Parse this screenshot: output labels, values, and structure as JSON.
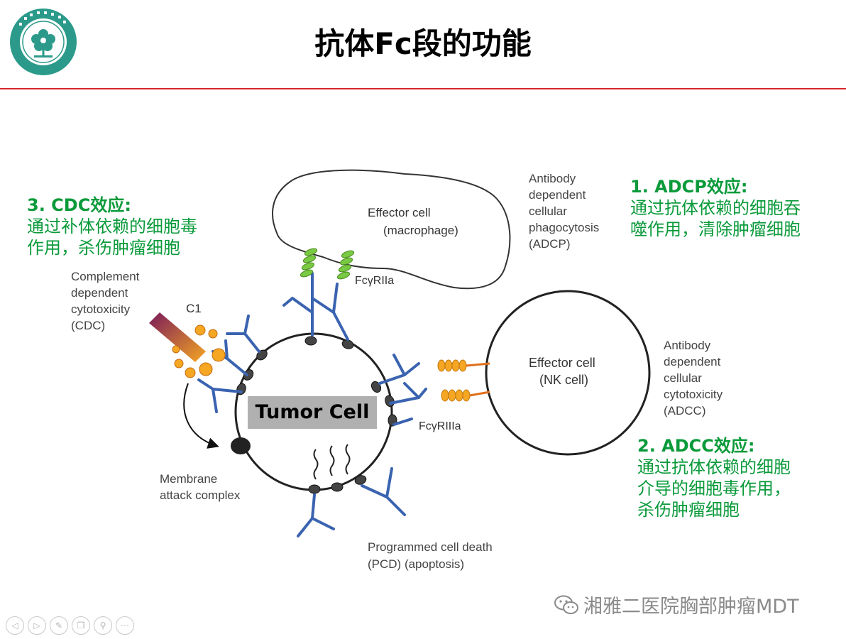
{
  "slide": {
    "title": "抗体Fc段的功能"
  },
  "logo": {
    "name": "university-hospital-seal"
  },
  "annotations": {
    "cdc": {
      "heading": "3. CDC效应:",
      "line1": "通过补体依赖的细胞毒",
      "line2": "作用，杀伤肿瘤细胞"
    },
    "adcp": {
      "heading": "1. ADCP效应:",
      "line1": "通过抗体依赖的细胞吞",
      "line2": "噬作用，清除肿瘤细胞"
    },
    "adcc": {
      "heading": "2. ADCC效应:",
      "line1": "通过抗体依赖的细胞",
      "line2": "介导的细胞毒作用，",
      "line3": "杀伤肿瘤细胞"
    }
  },
  "diagram": {
    "tumor_cell": "Tumor Cell",
    "macrophage": {
      "line1": "Effector cell",
      "line2": "(macrophage)"
    },
    "nk_cell": {
      "line1": "Effector cell",
      "line2": "(NK cell)"
    },
    "fc_gamma_r2a": "FcγRIIa",
    "fc_gamma_r3a": "FcγRIIIa",
    "c1": "C1",
    "cdc_label": [
      "Complement",
      "dependent",
      "cytotoxicity",
      "(CDC)"
    ],
    "adcp_label": [
      "Antibody",
      "dependent",
      "cellular",
      "phagocytosis",
      "(ADCP)"
    ],
    "adcc_label": [
      "Antibody",
      "dependent",
      "cellular",
      "cytotoxicity",
      "(ADCC)"
    ],
    "mac_label": [
      "Membrane",
      "attack complex"
    ],
    "pcd_label": [
      "Programmed cell death",
      "(PCD) (apoptosis)"
    ]
  },
  "watermark": {
    "text": "湘雅二医院胸部肿瘤MDT",
    "icon": "wechat-icon"
  },
  "nav": {
    "icons": [
      "prev-icon",
      "next-icon",
      "pen-icon",
      "copy-icon",
      "zoom-icon",
      "more-icon"
    ]
  },
  "colors": {
    "title_rule": "#d7262b",
    "annotation_green": "#0a9a3a",
    "antibody_blue": "#3a63b0",
    "fc_receptor_green": "#7ac943",
    "fc_receptor_orange": "#f5a623",
    "logo_teal": "#2b9a8a"
  }
}
